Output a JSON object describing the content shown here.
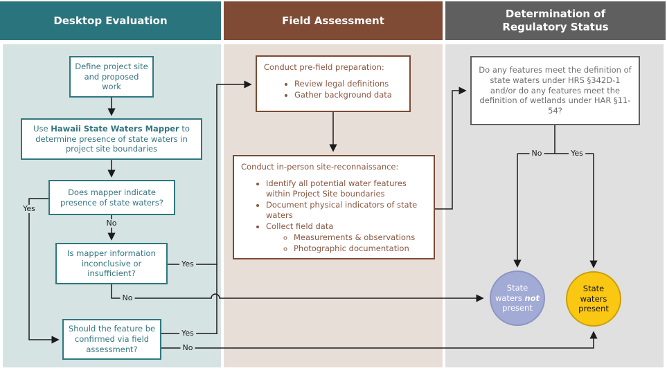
{
  "labels": {
    "yes": "Yes",
    "no": "No"
  },
  "colors": {
    "desktop_header": "#2A747D",
    "desktop_body": "#D6E3E3",
    "field_header": "#7F4B34",
    "field_body": "#E8DED8",
    "determination_header": "#5F5F5F",
    "determination_body": "#E0E0E0",
    "outcome_not_present_fill": "#A2ABD6",
    "outcome_present_fill": "#FAC712",
    "line_color": "#1b1b1b"
  },
  "columns": {
    "desktop": {
      "title": "Desktop Evaluation",
      "define_box": "Define project site\nand proposed\nwork",
      "mapper_box": {
        "pre": "Use ",
        "bold": "Hawaii State Waters Mapper",
        "post": " to\ndetermine presence of state waters in\nproject site boundaries"
      },
      "indicate_box": "Does mapper indicate\npresence of state waters?",
      "inconclusive_box": "Is mapper information\ninconclusive or\ninsufficient?",
      "confirm_box": "Should the feature be\nconfirmed via field\nassessment?"
    },
    "field": {
      "title": "Field Assessment",
      "prefield": {
        "title": "Conduct pre-field preparation:",
        "bullets": [
          "Review legal definitions",
          "Gather background data"
        ]
      },
      "recon": {
        "title": "Conduct in-person site-reconnaissance:",
        "bullets": [
          "Identify all potential water features within Project Site boundaries",
          "Document physical indicators of state waters",
          "Collect field data"
        ],
        "sub_bullets": [
          "Measurements & observations",
          "Photographic documentation"
        ]
      }
    },
    "determination": {
      "title": "Determination of\nRegulatory Status",
      "question_box": "Do any features meet the definition of\nstate waters under HRS §342D-1\nand/or do any features meet the\ndefinition of wetlands under HAR §11-\n54?",
      "outcome_not_present": {
        "pre": "State\nwaters ",
        "emph": "not",
        "post": "\npresent"
      },
      "outcome_present": "State\nwaters\npresent"
    }
  }
}
